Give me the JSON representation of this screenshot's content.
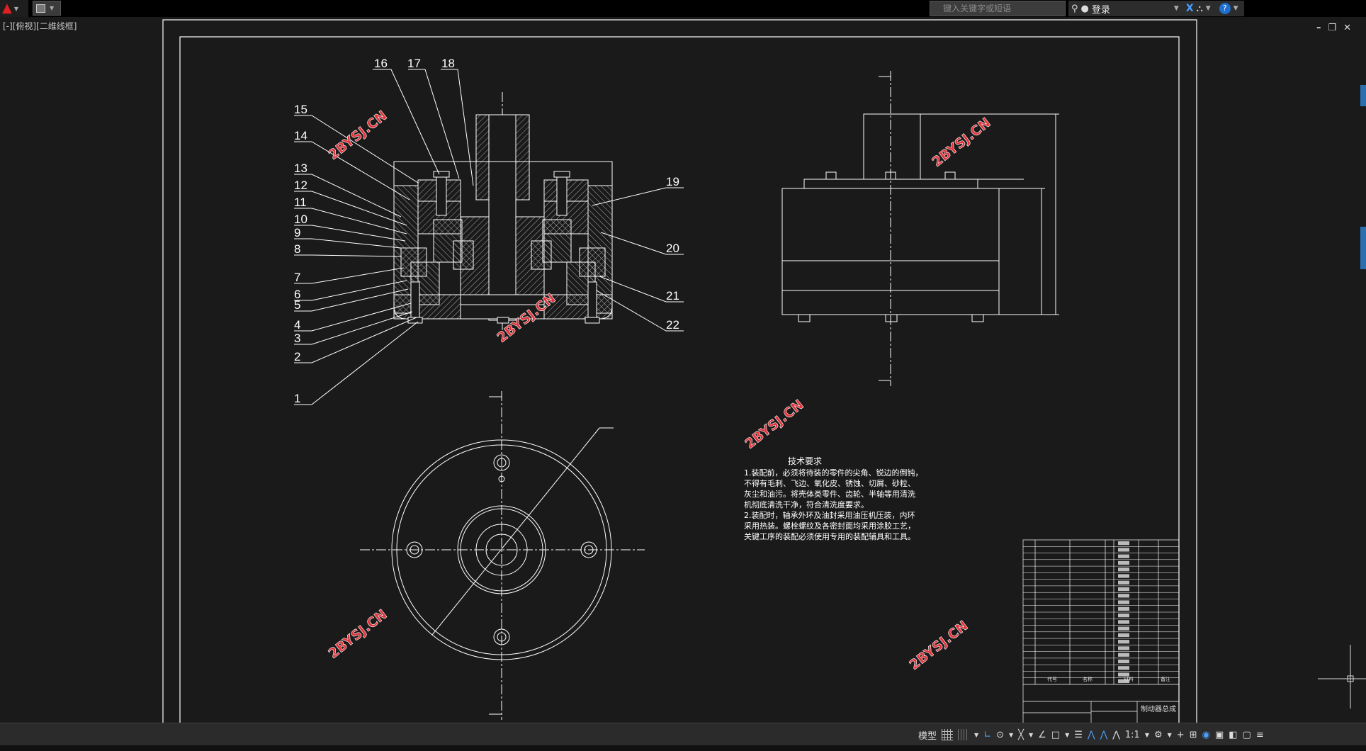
{
  "app": {
    "search_placeholder": "键入关键字或短语",
    "login_label": "登录",
    "viewport_label": "[-][俯视][二维线框]"
  },
  "status": {
    "model_label": "模型",
    "scale_label": "1:1"
  },
  "drawing": {
    "watermark": "2BYSJ.CN",
    "balloons_left": [
      "15",
      "14",
      "13",
      "12",
      "11",
      "10",
      "9",
      "8",
      "7",
      "6",
      "5",
      "4",
      "3",
      "2",
      "1"
    ],
    "balloons_top": [
      "16",
      "17",
      "18"
    ],
    "balloons_right": [
      "19",
      "20",
      "21",
      "22"
    ],
    "tech_title": "技术要求",
    "tech_lines": [
      "1.装配前，必须将待装的零件的尖角、锐边的倒钝，",
      "不得有毛刺、飞边、氧化皮、锈蚀、切屑、砂粒、",
      "灰尘和油污。将壳体类零件、齿轮、半轴等用清洗",
      "机彻底清洗干净，符合清洗度要求。",
      "2.装配时，轴承外环及油封采用油压机压装，内环",
      "采用热装。螺栓螺纹及各密封面均采用涂胶工艺，",
      "关键工序的装配必须使用专用的装配辅具和工具。"
    ],
    "title_block_name": "制动器总成",
    "bom_headers": [
      "代号",
      "名称",
      "材料",
      "备注"
    ]
  },
  "colors": {
    "background": "#1a1a1a",
    "lines": "#ffffff",
    "watermark": "#e0333a"
  }
}
